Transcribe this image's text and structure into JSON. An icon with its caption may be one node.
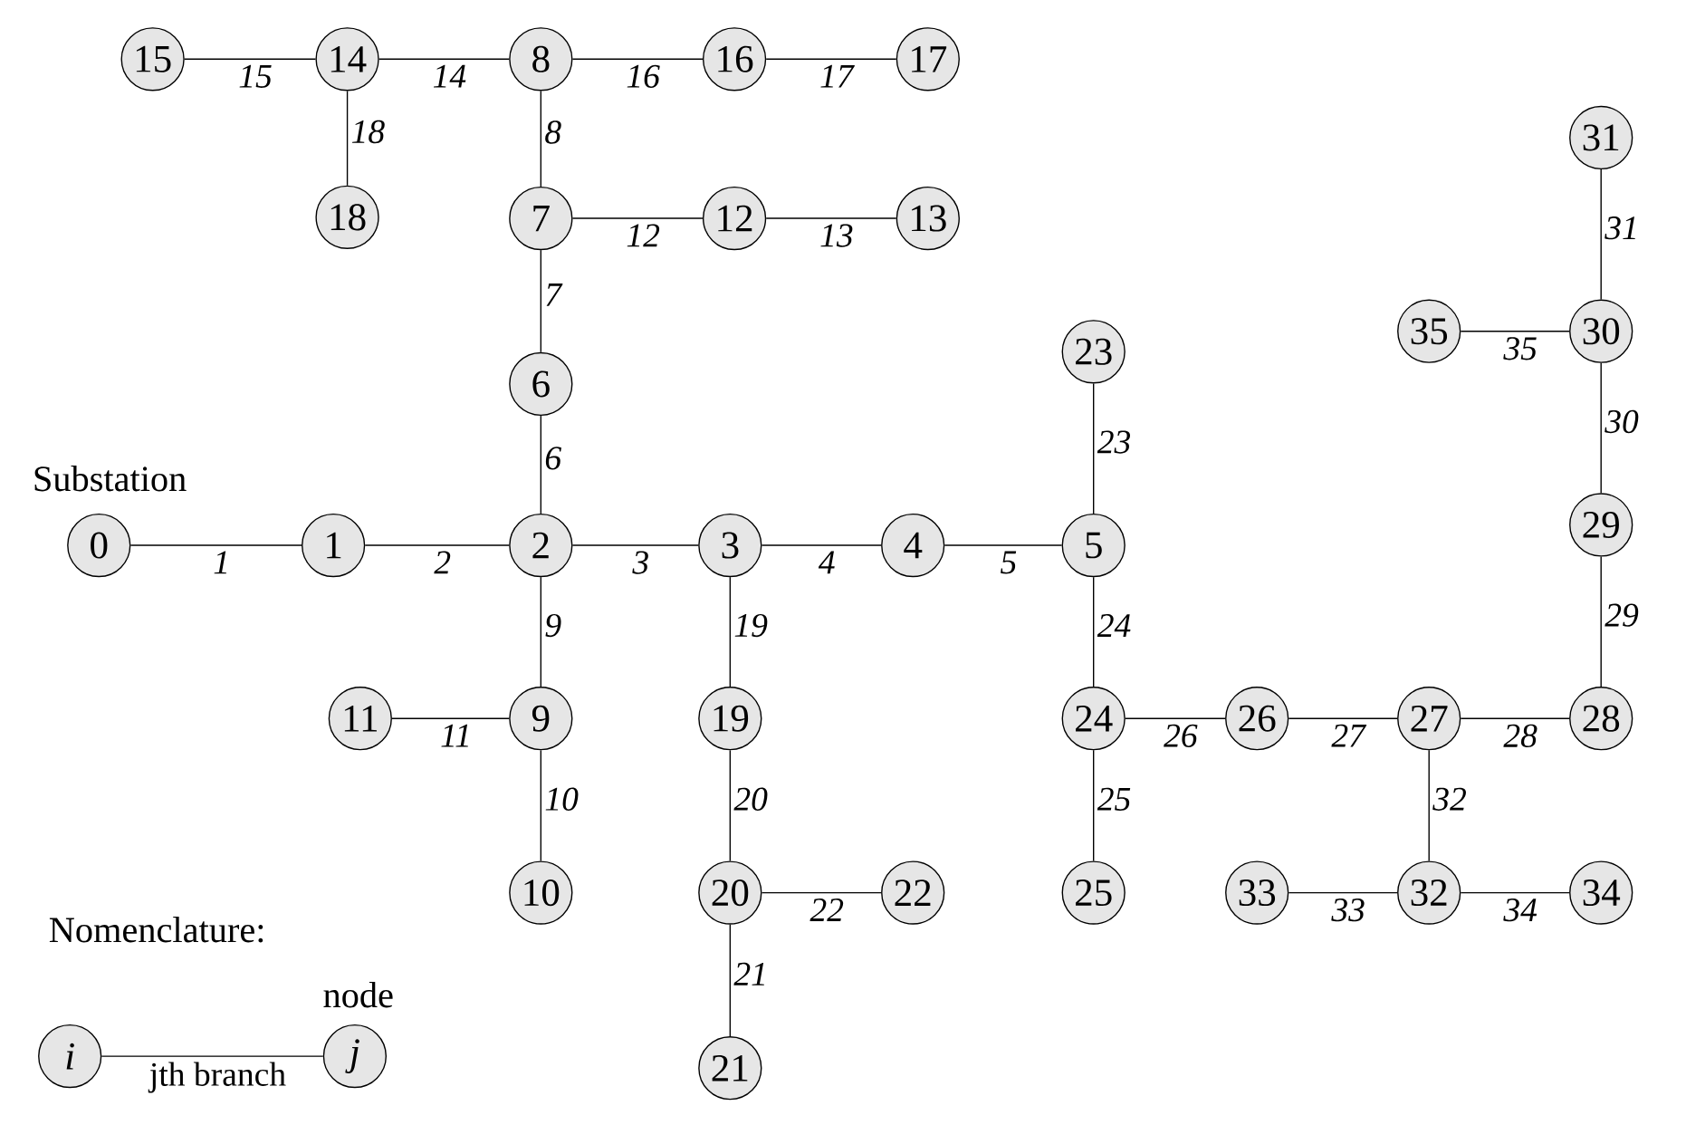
{
  "diagram": {
    "nodes": [
      {
        "text": [
          "0"
        ],
        "beside": [
          "Substation"
        ]
      },
      {
        "text": [
          "1"
        ]
      },
      {
        "text": [
          "2"
        ]
      },
      {
        "text": [
          "3"
        ]
      },
      {
        "text": [
          "4"
        ]
      },
      {
        "text": [
          "5"
        ]
      },
      {
        "text": [
          "6"
        ]
      },
      {
        "text": [
          "7"
        ]
      },
      {
        "text": [
          "8"
        ]
      },
      {
        "text": [
          "9"
        ]
      },
      {
        "text": [
          "10"
        ]
      },
      {
        "text": [
          "11"
        ]
      },
      {
        "text": [
          "12"
        ]
      },
      {
        "text": [
          "13"
        ]
      },
      {
        "text": [
          "14"
        ]
      },
      {
        "text": [
          "15"
        ]
      },
      {
        "text": [
          "16"
        ]
      },
      {
        "text": [
          "17"
        ]
      },
      {
        "text": [
          "18"
        ]
      },
      {
        "text": [
          "19"
        ]
      },
      {
        "text": [
          "20"
        ]
      },
      {
        "text": [
          "21"
        ]
      },
      {
        "text": [
          "22"
        ]
      },
      {
        "text": [
          "23"
        ]
      },
      {
        "text": [
          "24"
        ]
      },
      {
        "text": [
          "25"
        ]
      },
      {
        "text": [
          "26"
        ]
      },
      {
        "text": [
          "27"
        ]
      },
      {
        "text": [
          "28"
        ]
      },
      {
        "text": [
          "29"
        ]
      },
      {
        "text": [
          "30"
        ]
      },
      {
        "text": [
          "31"
        ]
      },
      {
        "text": [
          "32"
        ]
      },
      {
        "text": [
          "33"
        ]
      },
      {
        "text": [
          "34"
        ]
      },
      {
        "text": [
          "35"
        ]
      },
      {
        "text": [
          "i"
        ]
      },
      {
        "text": [
          "j"
        ],
        "beside": [
          "node"
        ]
      }
    ],
    "edges": [
      {
        "from": 0,
        "to": 1,
        "arrow": "none",
        "label": "1"
      },
      {
        "from": 1,
        "to": 2,
        "arrow": "none",
        "label": "2"
      },
      {
        "from": 2,
        "to": 3,
        "arrow": "none",
        "label": "3"
      },
      {
        "from": 3,
        "to": 4,
        "arrow": "none",
        "label": "4"
      },
      {
        "from": 4,
        "to": 5,
        "arrow": "none",
        "label": "5"
      },
      {
        "from": 2,
        "to": 6,
        "arrow": "none",
        "label": "6"
      },
      {
        "from": 6,
        "to": 7,
        "arrow": "none",
        "label": "7"
      },
      {
        "from": 7,
        "to": 8,
        "arrow": "none",
        "label": "8"
      },
      {
        "from": 2,
        "to": 9,
        "arrow": "none",
        "label": "9"
      },
      {
        "from": 9,
        "to": 10,
        "arrow": "none",
        "label": "10"
      },
      {
        "from": 9,
        "to": 11,
        "arrow": "none",
        "label": "11"
      },
      {
        "from": 7,
        "to": 12,
        "arrow": "none",
        "label": "12"
      },
      {
        "from": 12,
        "to": 13,
        "arrow": "none",
        "label": "13"
      },
      {
        "from": 8,
        "to": 14,
        "arrow": "none",
        "label": "14"
      },
      {
        "from": 14,
        "to": 15,
        "arrow": "none",
        "label": "15"
      },
      {
        "from": 8,
        "to": 16,
        "arrow": "none",
        "label": "16"
      },
      {
        "from": 16,
        "to": 17,
        "arrow": "none",
        "label": "17"
      },
      {
        "from": 14,
        "to": 18,
        "arrow": "none",
        "label": "18"
      },
      {
        "from": 3,
        "to": 19,
        "arrow": "none",
        "label": "19"
      },
      {
        "from": 19,
        "to": 20,
        "arrow": "none",
        "label": "20"
      },
      {
        "from": 20,
        "to": 21,
        "arrow": "none",
        "label": "21"
      },
      {
        "from": 20,
        "to": 22,
        "arrow": "none",
        "label": "22"
      },
      {
        "from": 5,
        "to": 23,
        "arrow": "none",
        "label": "23"
      },
      {
        "from": 5,
        "to": 24,
        "arrow": "none",
        "label": "24"
      },
      {
        "from": 24,
        "to": 25,
        "arrow": "none",
        "label": "25"
      },
      {
        "from": 24,
        "to": 26,
        "arrow": "none",
        "label": "26"
      },
      {
        "from": 26,
        "to": 27,
        "arrow": "none",
        "label": "27"
      },
      {
        "from": 27,
        "to": 28,
        "arrow": "none",
        "label": "28"
      },
      {
        "from": 28,
        "to": 29,
        "arrow": "none",
        "label": "29"
      },
      {
        "from": 29,
        "to": 30,
        "arrow": "none",
        "label": "30"
      },
      {
        "from": 30,
        "to": 31,
        "arrow": "none",
        "label": "31"
      },
      {
        "from": 27,
        "to": 32,
        "arrow": "none",
        "label": "32"
      },
      {
        "from": 32,
        "to": 33,
        "arrow": "none",
        "label": "33"
      },
      {
        "from": 32,
        "to": 34,
        "arrow": "none",
        "label": "34"
      },
      {
        "from": 30,
        "to": 35,
        "arrow": "none",
        "label": "35"
      },
      {
        "from": 36,
        "to": 37,
        "arrow": "none",
        "label": "jth branch"
      }
    ],
    "labels": [
      "Nomenclature:"
    ]
  }
}
